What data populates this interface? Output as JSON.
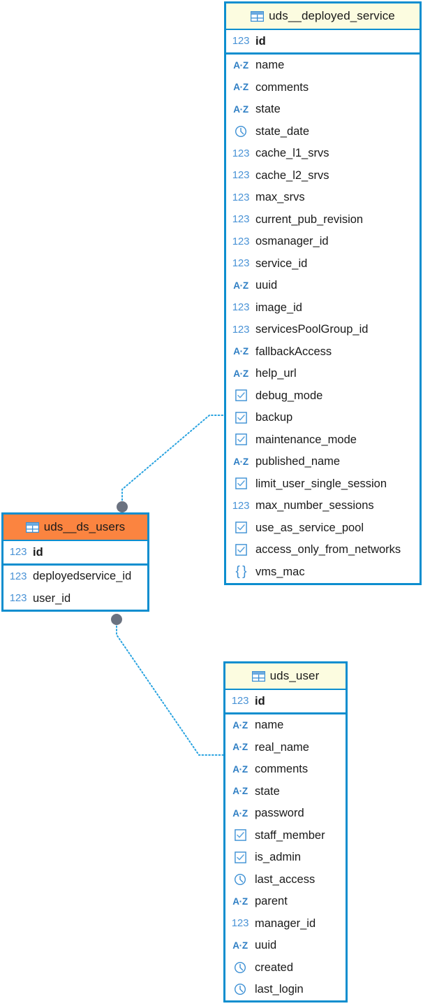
{
  "diagram": {
    "kind": "entity-relationship-diagram",
    "background": "#ffffff",
    "accent_border": "#0d8ecf",
    "connector_color": "#29a3e0",
    "connector_dot_color": "#6b7280",
    "header_tone_yellow": "#fcfce0",
    "header_tone_orange": "#fb8440",
    "icon_color": "#3b8fd4"
  },
  "tables": [
    {
      "id": "uds__deployed_service",
      "name": "uds__deployed_service",
      "header_tone": "yellow",
      "table_icon": "table-grid-icon",
      "pk_fields": [
        {
          "name": "id",
          "type": "number",
          "icon": "number-123-icon"
        }
      ],
      "fields": [
        {
          "name": "name",
          "type": "text",
          "icon": "text-az-icon"
        },
        {
          "name": "comments",
          "type": "text",
          "icon": "text-az-icon"
        },
        {
          "name": "state",
          "type": "text",
          "icon": "text-az-icon"
        },
        {
          "name": "state_date",
          "type": "datetime",
          "icon": "clock-icon"
        },
        {
          "name": "cache_l1_srvs",
          "type": "number",
          "icon": "number-123-icon"
        },
        {
          "name": "cache_l2_srvs",
          "type": "number",
          "icon": "number-123-icon"
        },
        {
          "name": "max_srvs",
          "type": "number",
          "icon": "number-123-icon"
        },
        {
          "name": "current_pub_revision",
          "type": "number",
          "icon": "number-123-icon"
        },
        {
          "name": "osmanager_id",
          "type": "number",
          "icon": "number-123-icon"
        },
        {
          "name": "service_id",
          "type": "number",
          "icon": "number-123-icon"
        },
        {
          "name": "uuid",
          "type": "text",
          "icon": "text-az-icon"
        },
        {
          "name": "image_id",
          "type": "number",
          "icon": "number-123-icon"
        },
        {
          "name": "servicesPoolGroup_id",
          "type": "number",
          "icon": "number-123-icon"
        },
        {
          "name": "fallbackAccess",
          "type": "text",
          "icon": "text-az-icon"
        },
        {
          "name": "help_url",
          "type": "text",
          "icon": "text-az-icon"
        },
        {
          "name": "debug_mode",
          "type": "boolean",
          "icon": "checkbox-icon"
        },
        {
          "name": "backup",
          "type": "boolean",
          "icon": "checkbox-icon"
        },
        {
          "name": "maintenance_mode",
          "type": "boolean",
          "icon": "checkbox-icon"
        },
        {
          "name": "published_name",
          "type": "text",
          "icon": "text-az-icon"
        },
        {
          "name": "limit_user_single_session",
          "type": "boolean",
          "icon": "checkbox-icon"
        },
        {
          "name": "max_number_sessions",
          "type": "number",
          "icon": "number-123-icon"
        },
        {
          "name": "use_as_service_pool",
          "type": "boolean",
          "icon": "checkbox-icon"
        },
        {
          "name": "access_only_from_networks",
          "type": "boolean",
          "icon": "checkbox-icon"
        },
        {
          "name": "vms_mac",
          "type": "json",
          "icon": "braces-icon"
        }
      ]
    },
    {
      "id": "uds__ds_users",
      "name": "uds__ds_users",
      "header_tone": "orange",
      "table_icon": "table-grid-icon",
      "pk_fields": [
        {
          "name": "id",
          "type": "number",
          "icon": "number-123-icon"
        }
      ],
      "fields": [
        {
          "name": "deployedservice_id",
          "type": "number",
          "icon": "number-123-icon"
        },
        {
          "name": "user_id",
          "type": "number",
          "icon": "number-123-icon"
        }
      ]
    },
    {
      "id": "uds_user",
      "name": "uds_user",
      "header_tone": "yellow",
      "table_icon": "table-grid-icon",
      "pk_fields": [
        {
          "name": "id",
          "type": "number",
          "icon": "number-123-icon"
        }
      ],
      "fields": [
        {
          "name": "name",
          "type": "text",
          "icon": "text-az-icon"
        },
        {
          "name": "real_name",
          "type": "text",
          "icon": "text-az-icon"
        },
        {
          "name": "comments",
          "type": "text",
          "icon": "text-az-icon"
        },
        {
          "name": "state",
          "type": "text",
          "icon": "text-az-icon"
        },
        {
          "name": "password",
          "type": "text",
          "icon": "text-az-icon"
        },
        {
          "name": "staff_member",
          "type": "boolean",
          "icon": "checkbox-icon"
        },
        {
          "name": "is_admin",
          "type": "boolean",
          "icon": "checkbox-icon"
        },
        {
          "name": "last_access",
          "type": "datetime",
          "icon": "clock-icon"
        },
        {
          "name": "parent",
          "type": "text",
          "icon": "text-az-icon"
        },
        {
          "name": "manager_id",
          "type": "number",
          "icon": "number-123-icon"
        },
        {
          "name": "uuid",
          "type": "text",
          "icon": "text-az-icon"
        },
        {
          "name": "created",
          "type": "datetime",
          "icon": "clock-icon"
        },
        {
          "name": "last_login",
          "type": "datetime",
          "icon": "clock-icon"
        }
      ]
    }
  ],
  "relationships": [
    {
      "id": "ds_users-to-deployed_service",
      "from_table": "uds__ds_users",
      "from_field": "deployedservice_id",
      "to_table": "uds__deployed_service",
      "to_field": "id",
      "style": "dotted"
    },
    {
      "id": "ds_users-to-user",
      "from_table": "uds__ds_users",
      "from_field": "user_id",
      "to_table": "uds_user",
      "to_field": "id",
      "style": "dotted"
    }
  ],
  "type_icon_glyphs": {
    "number-123-icon": "123",
    "text-az-icon": "A·Z",
    "braces-icon": "{ }"
  }
}
